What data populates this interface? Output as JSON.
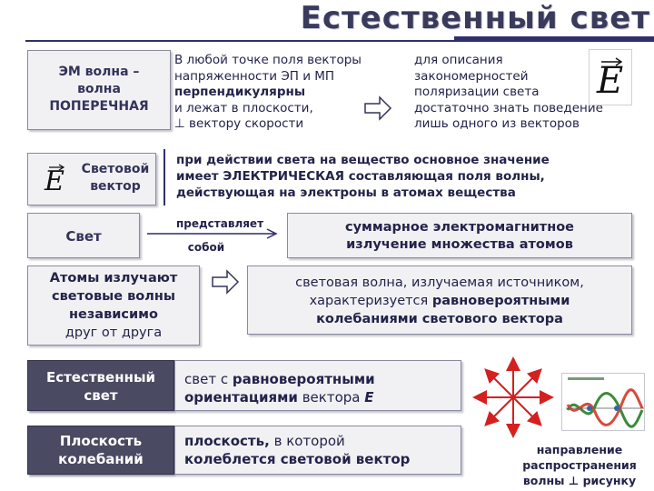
{
  "title": "Естественный свет",
  "em_wave": {
    "line1": "ЭМ волна –",
    "line2": "волна",
    "line3": "ПОПЕРЕЧНАЯ"
  },
  "vectors_text": {
    "l1": "В любой точке поля векторы",
    "l2": "напряженности ЭП и МП",
    "l3": "перпендикулярны",
    "l4": "и лежат в плоскости,",
    "l5": "⊥ вектору скорости"
  },
  "polarization_text": {
    "l1": "для описания",
    "l2": "закономерностей",
    "l3": "поляризации света",
    "l4": "достаточно знать поведение",
    "l5": "лишь одного из векторов"
  },
  "vector_symbol": "E",
  "light_vector": {
    "line1": "Световой",
    "line2": "вектор"
  },
  "action_text": {
    "l1": "при действии света на вещество основное значение",
    "l2": "имеет ЭЛЕКТРИЧЕСКАЯ составляющая поля волны,",
    "l3": "действующая на электроны в атомах вещества"
  },
  "light": {
    "label": "Свет",
    "arrow_top": "представляет",
    "arrow_bottom": "собой"
  },
  "sum_radiation": {
    "l1": "суммарное электромагнитное",
    "l2": "излучение множества атомов"
  },
  "atoms": {
    "l1": "Атомы излучают",
    "l2": "световые волны",
    "l3": "независимо",
    "l4": "друг от друга"
  },
  "light_wave": {
    "l1": "световая волна, излучаемая источником,",
    "l2a": "характеризуется ",
    "l2b": "равновероятными",
    "l3": "колебаниями светового вектора"
  },
  "natural_light": {
    "label1": "Естественный",
    "label2": "свет",
    "def_a": "свет с ",
    "def_b": "равновероятными",
    "def_c": "ориентациями",
    "def_d": " вектора ",
    "def_e": "E"
  },
  "plane": {
    "label1": "Плоскость",
    "label2": "колебаний",
    "def_a": "плоскость,",
    "def_b": " в которой",
    "def_c": "колеблется световой вектор"
  },
  "direction_caption": {
    "l1": "направление",
    "l2": "распространения",
    "l3": "волны ⊥ рисунку"
  },
  "colors": {
    "arrow_red": "#d42020",
    "dark_box": "#4a4a62",
    "title": "#3a3a5c"
  }
}
